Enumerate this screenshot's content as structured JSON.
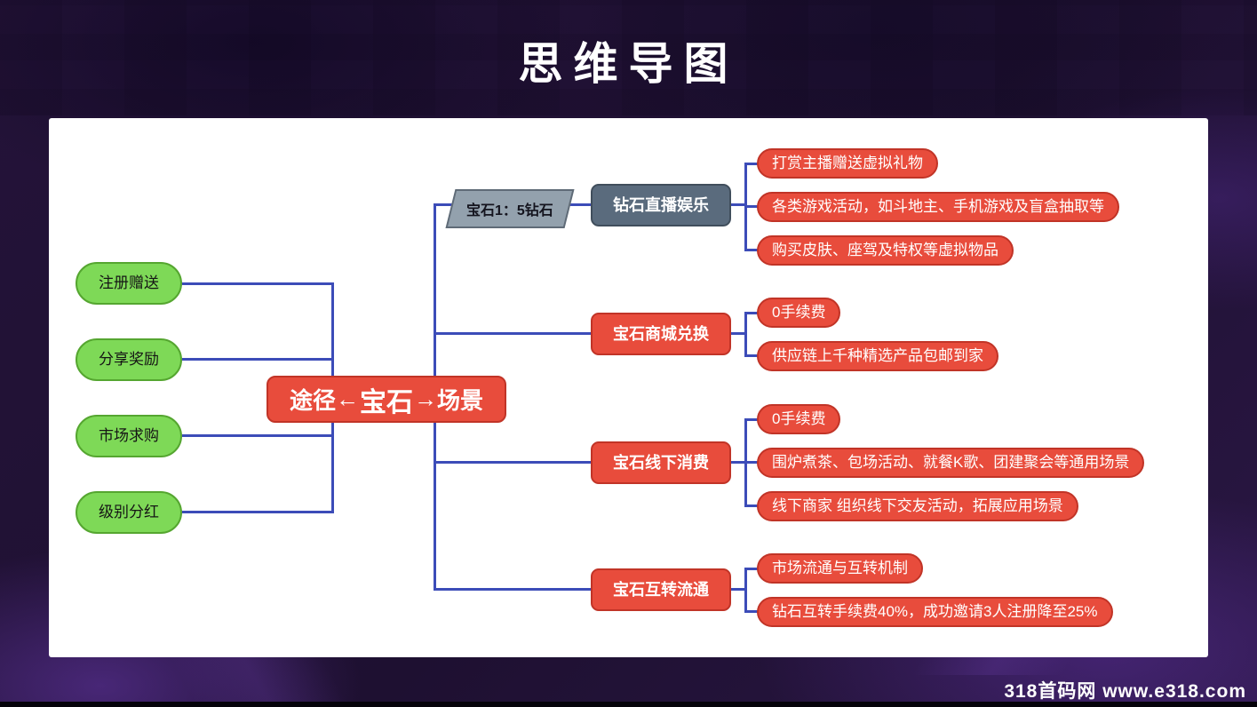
{
  "page": {
    "title": "思维导图",
    "watermark": "318首码网 www.e318.com"
  },
  "colors": {
    "background": "#241339",
    "panel": "#ffffff",
    "line": "#3c4cb8",
    "green_node": "#7ed957",
    "green_border": "#55a630",
    "red_node": "#e84c3c",
    "red_border": "#c13427",
    "gray_node": "#5a6b7d",
    "parallelogram": "#93a1ad"
  },
  "mindmap": {
    "center": {
      "left": "途径",
      "arrow_left": "←",
      "core": "宝石",
      "arrow_right": "→",
      "right": "场景"
    },
    "left_nodes": [
      "注册赠送",
      "分享奖励",
      "市场求购",
      "级别分红"
    ],
    "rate_tag": "宝石1：5钻石",
    "branches": [
      {
        "label": "钻石直播娱乐",
        "children": [
          "打赏主播赠送虚拟礼物",
          "各类游戏活动，如斗地主、手机游戏及盲盒抽取等",
          "购买皮肤、座驾及特权等虚拟物品"
        ]
      },
      {
        "label": "宝石商城兑换",
        "children": [
          "0手续费",
          "供应链上千种精选产品包邮到家"
        ]
      },
      {
        "label": "宝石线下消费",
        "children": [
          "0手续费",
          "围炉煮茶、包场活动、就餐K歌、团建聚会等通用场景",
          "线下商家 组织线下交友活动，拓展应用场景"
        ]
      },
      {
        "label": "宝石互转流通",
        "children": [
          "市场流通与互转机制",
          "钻石互转手续费40%，成功邀请3人注册降至25%"
        ]
      }
    ]
  }
}
